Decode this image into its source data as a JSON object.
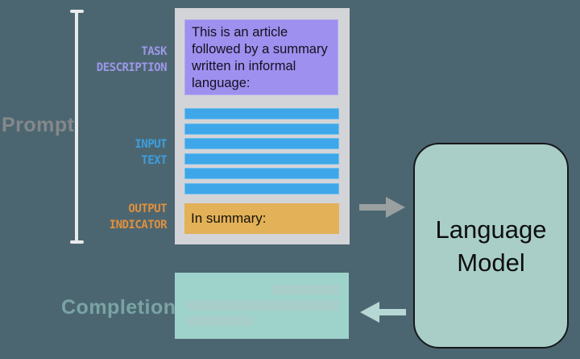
{
  "labels": {
    "prompt": "Prompt",
    "completion": "Completion",
    "task_description": "TASK\nDESCRIPTION",
    "input_text": "INPUT\nTEXT",
    "output_indicator": "OUTPUT\nINDICATOR"
  },
  "prompt_card": {
    "task_description_text": "This is an article\nfollowed by a summary\nwritten in informal\nlanguage:",
    "input_text_stripe_count": 6,
    "output_indicator_text": "In summary:"
  },
  "completion_card": {
    "stripe_count": 3
  },
  "language_model": {
    "label": "Language\nModel"
  },
  "colors": {
    "background": "#4C6671",
    "prompt_card_bg": "#D3D4D8",
    "task_description_box": "#9E90EE",
    "input_text_stripe": "#3EA7E9",
    "output_indicator_box": "#E2B158",
    "language_model_box": "#A9CEC8",
    "completion_box": "#9ED3CC",
    "completion_stripe": "#A7CEC9",
    "task_label": "#9D97E9",
    "input_label": "#3B9FDF",
    "output_label": "#E0903E",
    "prompt_label": "#85888B",
    "completion_label": "#7AA4A4",
    "bracket": "#E9EAEC",
    "arrow_to_model": "#9AA0A0",
    "arrow_from_model": "#B6D8D4"
  }
}
